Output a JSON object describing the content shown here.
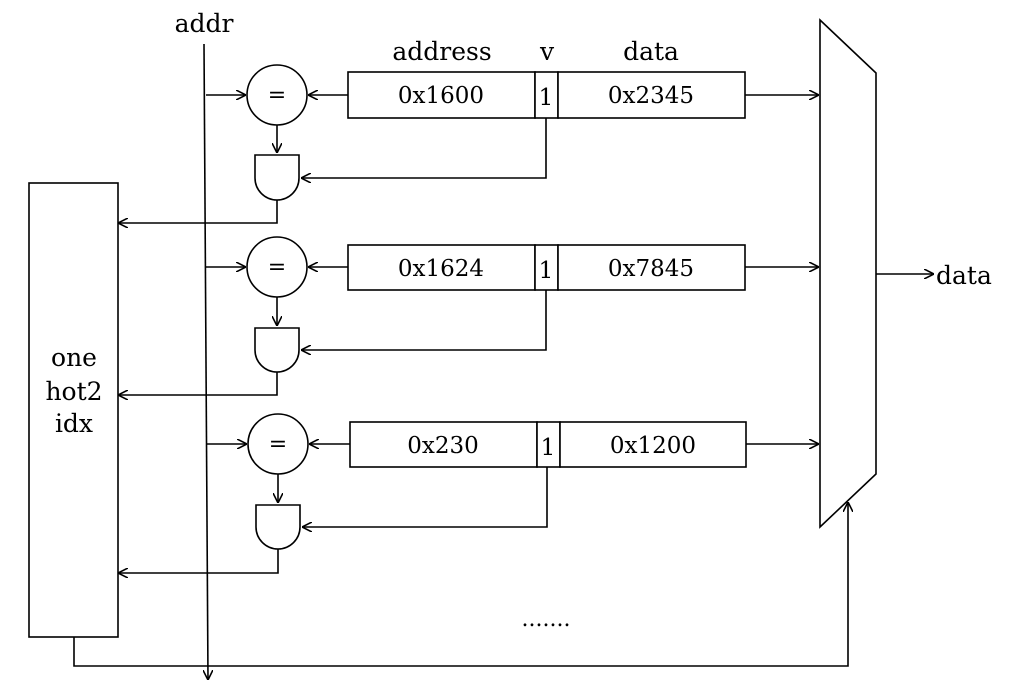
{
  "labels": {
    "addr": "addr",
    "col_address": "address",
    "col_valid": "v",
    "col_data": "data",
    "output": "data",
    "onehot_line1": "one",
    "onehot_line2": "hot2",
    "onehot_line3": "idx",
    "comparator": "=",
    "more": "......."
  },
  "entries": [
    {
      "address": "0x1600",
      "valid": "1",
      "data": "0x2345"
    },
    {
      "address": "0x1624",
      "valid": "1",
      "data": "0x7845"
    },
    {
      "address": "0x230",
      "valid": "1",
      "data": "0x1200"
    }
  ]
}
